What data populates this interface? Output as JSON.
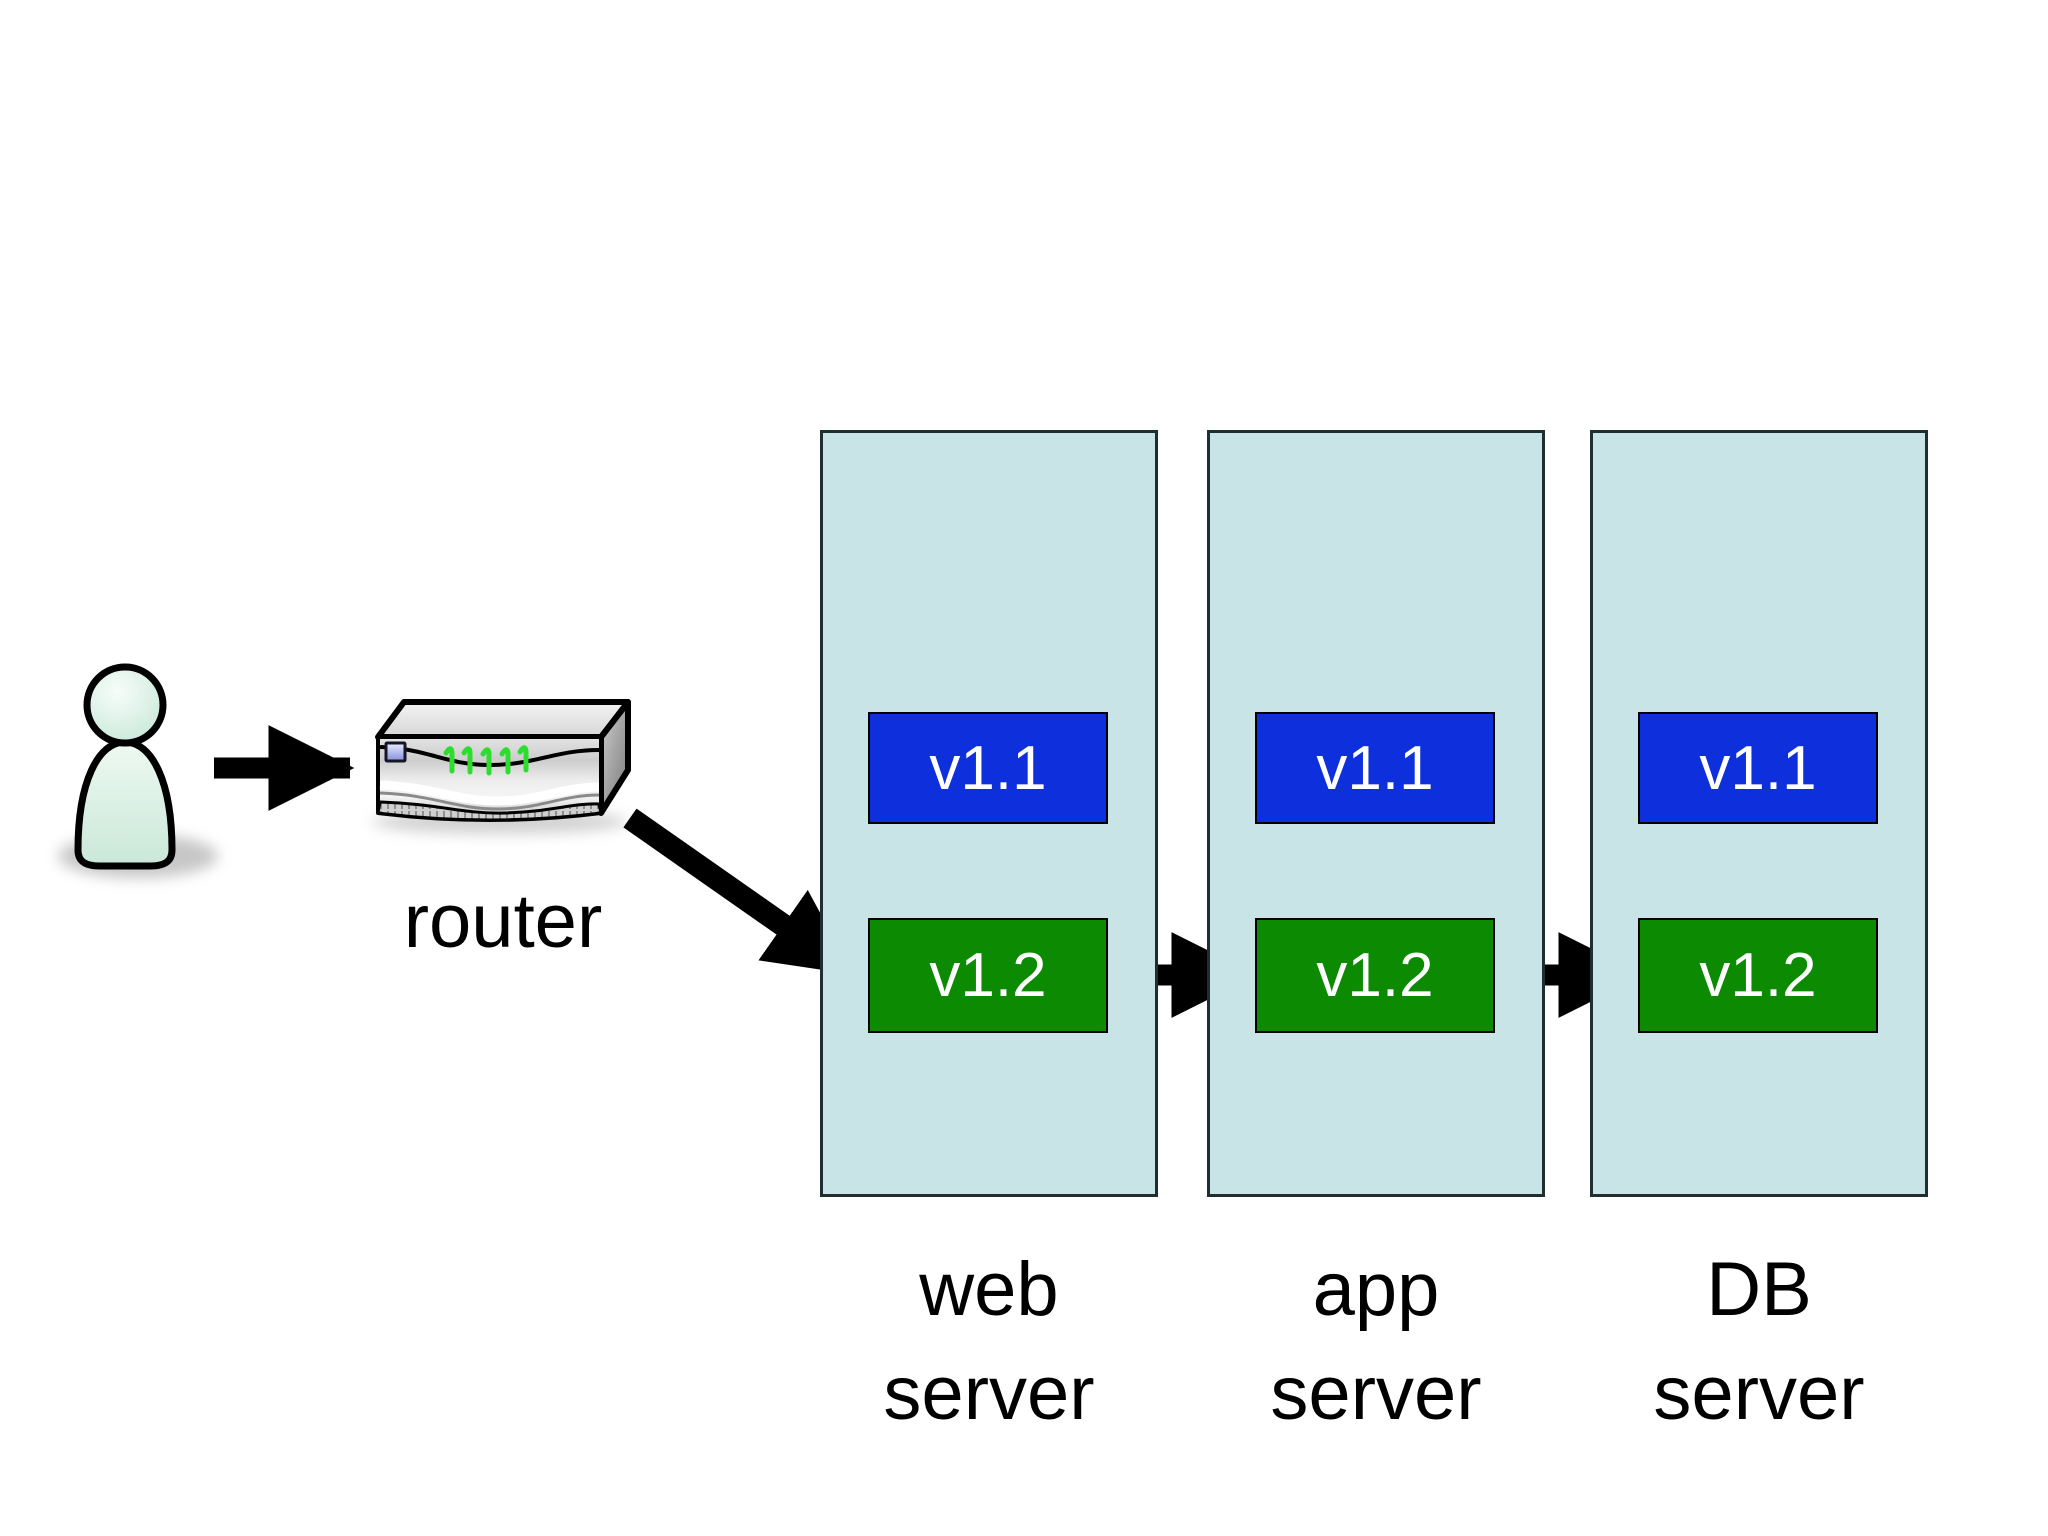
{
  "slide": {
    "background_color": "#ffffff",
    "description": "deployment flow diagram: user through router to versioned server tiers"
  },
  "router": {
    "label": "router"
  },
  "colors": {
    "column_fill": "#c9e4e7",
    "column_border": "#202e31",
    "v11_fill": "#0d2fdc",
    "v12_fill": "#0b8a02",
    "version_text": "#ffffff",
    "label_text": "#000000",
    "arrow": "#000000",
    "led_green": "#2ddd2d",
    "person_fill": "#d9f0e3"
  },
  "icons": [
    "person-icon",
    "router-icon",
    "arrow-right-icon",
    "arrow-diagonal-icon"
  ],
  "columns": [
    {
      "id": "web-server",
      "label_line1": "web",
      "label_line2": "server",
      "versions": [
        {
          "label": "v1.1"
        },
        {
          "label": "v1.2"
        }
      ]
    },
    {
      "id": "app-server",
      "label_line1": "app",
      "label_line2": "server",
      "versions": [
        {
          "label": "v1.1"
        },
        {
          "label": "v1.2"
        }
      ]
    },
    {
      "id": "db-server",
      "label_line1": "DB",
      "label_line2": "server",
      "versions": [
        {
          "label": "v1.1"
        },
        {
          "label": "v1.2"
        }
      ]
    }
  ]
}
